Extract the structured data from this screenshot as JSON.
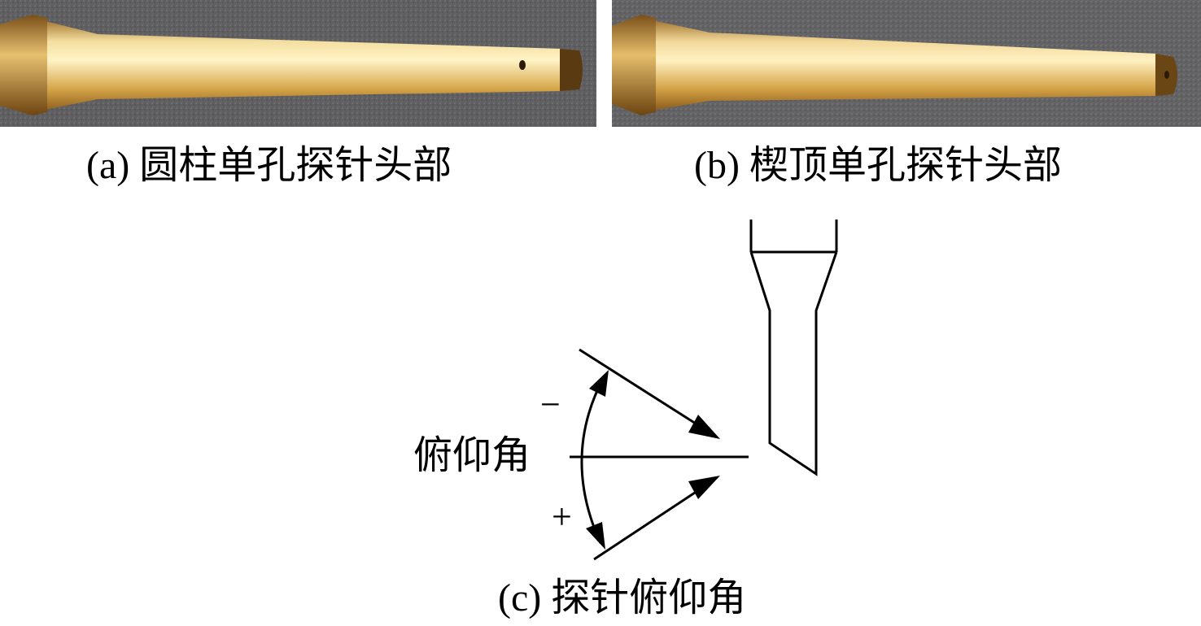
{
  "panels": {
    "a": {
      "caption": "(a) 圆柱单孔探针头部"
    },
    "b": {
      "caption": "(b) 楔顶单孔探针头部"
    },
    "c": {
      "caption": "(c) 探针俯仰角",
      "angle_label": "俯仰角",
      "minus_sign": "−",
      "plus_sign": "+"
    }
  },
  "colors": {
    "background_felt": "#5f5f62",
    "brass_light": "#f4dfa0",
    "brass_mid": "#d6a64a",
    "brass_dark": "#8a5a1c",
    "line": "#000000"
  }
}
